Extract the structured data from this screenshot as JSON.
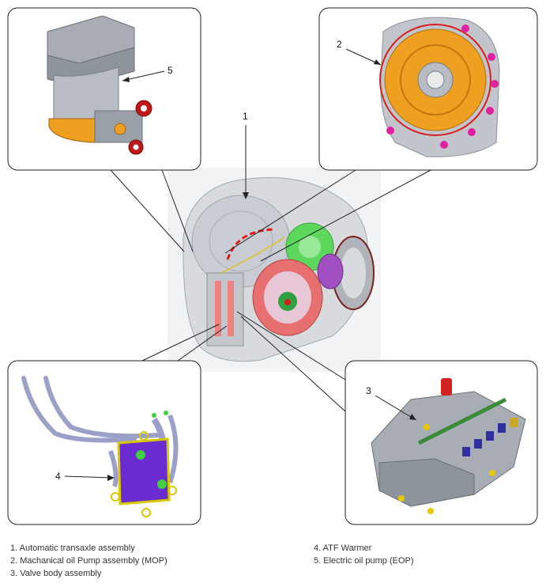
{
  "callouts": {
    "c1": "1",
    "c2": "2",
    "c3": "3",
    "c4": "4",
    "c5": "5"
  },
  "legend": {
    "left": [
      "1. Automatic transaxle assembly",
      "2. Machanical oil Pump assembly (MOP)",
      "3. Valve body assembly"
    ],
    "right": [
      "4. ATF Warmer",
      "5. Electric oil pump (EOP)"
    ]
  },
  "colors": {
    "frame": "#222222",
    "housing": "#b8bcc4",
    "pump_orange": "#f0a020",
    "bolt_magenta": "#e020a0",
    "seal_red": "#d02020",
    "warmer_purple": "#6a2bd0",
    "gear_green": "#40d040",
    "gear_red": "#e06060",
    "gear_purple": "#a050c0"
  }
}
